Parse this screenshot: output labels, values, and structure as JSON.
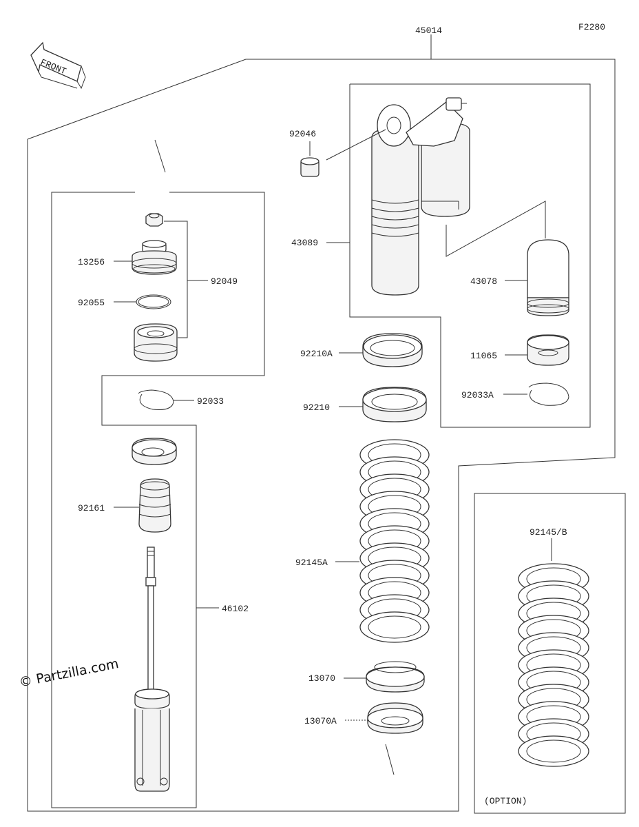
{
  "figure_code": "F2280",
  "watermark": "© Partzilla.com",
  "front_label": "FRONT",
  "option_label": "(OPTION)",
  "parts": {
    "p45014": "45014",
    "p92046": "92046",
    "p43089": "43089",
    "p43078": "43078",
    "p13256": "13256",
    "p92049": "92049",
    "p92055": "92055",
    "p92210A": "92210A",
    "p11065": "11065",
    "p92033": "92033",
    "p92210": "92210",
    "p92033A": "92033A",
    "p92161": "92161",
    "p92145A": "92145A",
    "p92145B": "92145/B",
    "p46102": "46102",
    "p13070": "13070",
    "p13070A": "13070A"
  }
}
